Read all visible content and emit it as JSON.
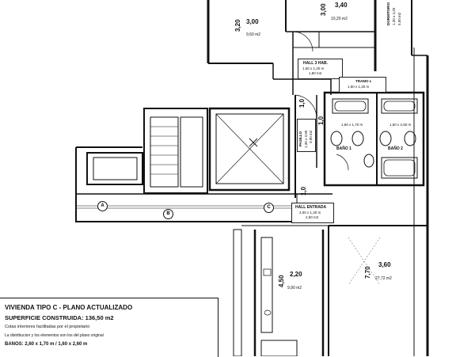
{
  "rooms": {
    "top_left": {
      "dim_w": "3,00",
      "dim_h": "3,20",
      "area": "9,60 m2"
    },
    "top_mid": {
      "dim_w": "3,40",
      "dim_h": "3,00",
      "area": "10,20 m2"
    },
    "top_right": {
      "name": "DORMITORIO",
      "dim": "1,30 x 4,20",
      "area": "5,50 m2"
    },
    "hall3": {
      "name": "HALL 3 HAB.",
      "dim": "1,50 x 1,20 m",
      "area": "1,80 m2"
    },
    "tramo": {
      "name": "TRAMO L",
      "dim": "1,60 x 1,30 m"
    },
    "pasillo": {
      "name": "PASILLO",
      "dim": "1,30 x 3,00",
      "area": "3,90 m2",
      "w1": "1,0",
      "w2": "1,0"
    },
    "bano1": {
      "name": "BAÑO 1",
      "dim": "1,60 x 1,70 m"
    },
    "bano2": {
      "name": "BAÑO 2",
      "dim": "1,60 x 2,60 m"
    },
    "hall_entrada": {
      "name": "HALL ENTRADA",
      "dim": "2,00 x 1,30 m",
      "area": "2,60 m2",
      "w": "1,0"
    },
    "kitchen": {
      "dim_w": "2,20",
      "dim_h": "4,50",
      "area": "9,90 m2"
    },
    "living": {
      "dim_w": "3,60",
      "dim_h": "7,70",
      "area": "27,72 m2"
    }
  },
  "axes": {
    "a": "A",
    "b": "B",
    "c": "C"
  },
  "title_block": {
    "title": "VIVIENDA TIPO C - PLANO ACTUALIZADO",
    "surface": "SUPERFICIE CONSTRUIDA: 136,50 m2",
    "note1": "Cotas interiores facilitadas por el propietario",
    "note2": "La distribucion y los elementos son los del plano original",
    "banos": "BANOS: 2,60 x 1,70 m  /  1,60 x 2,60 m"
  },
  "colors": {
    "wall": "#111111",
    "line": "#222222",
    "paper": "#ffffff"
  }
}
